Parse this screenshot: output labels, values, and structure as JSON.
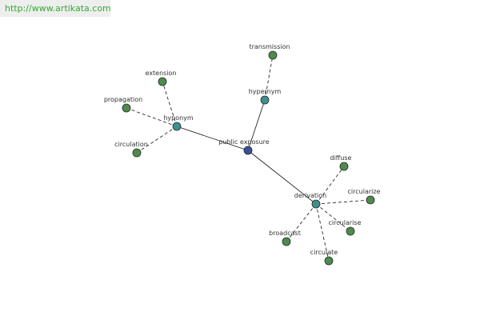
{
  "source_url": "http://www.artikata.com",
  "colors": {
    "center": "#3c4e9a",
    "relation": "#3f8f8f",
    "term": "#4f8a4f",
    "node_stroke": "#1e2e1e",
    "edge": "#111111"
  },
  "graph": {
    "center": {
      "id": "center",
      "label": "public exposure"
    },
    "relations": [
      {
        "id": "hyponym",
        "label": "hyponym"
      },
      {
        "id": "hypernym",
        "label": "hypernym"
      },
      {
        "id": "derivation",
        "label": "derivation"
      }
    ],
    "terms": [
      {
        "id": "extension",
        "label": "extension",
        "relation": "hyponym"
      },
      {
        "id": "propagation",
        "label": "propagation",
        "relation": "hyponym"
      },
      {
        "id": "circulation",
        "label": "circulation",
        "relation": "hyponym"
      },
      {
        "id": "transmission",
        "label": "transmission",
        "relation": "hypernym"
      },
      {
        "id": "diffuse",
        "label": "diffuse",
        "relation": "derivation"
      },
      {
        "id": "circularize",
        "label": "circularize",
        "relation": "derivation"
      },
      {
        "id": "circularise",
        "label": "circularise",
        "relation": "derivation"
      },
      {
        "id": "broadcast",
        "label": "broadcast",
        "relation": "derivation"
      },
      {
        "id": "circulate",
        "label": "circulate",
        "relation": "derivation"
      }
    ]
  }
}
